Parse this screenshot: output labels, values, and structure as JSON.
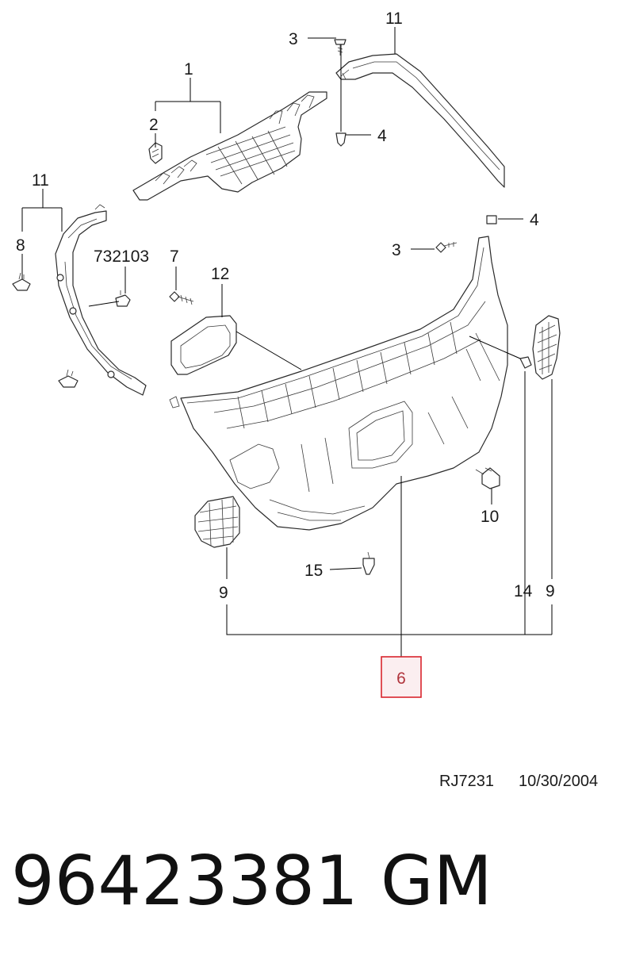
{
  "callouts": {
    "c1": "1",
    "c2": "2",
    "c3_top": "3",
    "c4_top": "4",
    "c11_top": "11",
    "c11_left": "11",
    "c8": "8",
    "c732103": "732103",
    "c7": "7",
    "c12": "12",
    "c3_mid": "3",
    "c4_mid": "4",
    "c10": "10",
    "c15": "15",
    "c9_left": "9",
    "c14": "14",
    "c9_right": "9"
  },
  "highlight": {
    "label": "6",
    "border_color": "#d9252d",
    "fill_color": "#fbeef0"
  },
  "reference": {
    "code": "RJ7231",
    "date": "10/30/2004"
  },
  "part_number": "96423381",
  "brand": "GM"
}
